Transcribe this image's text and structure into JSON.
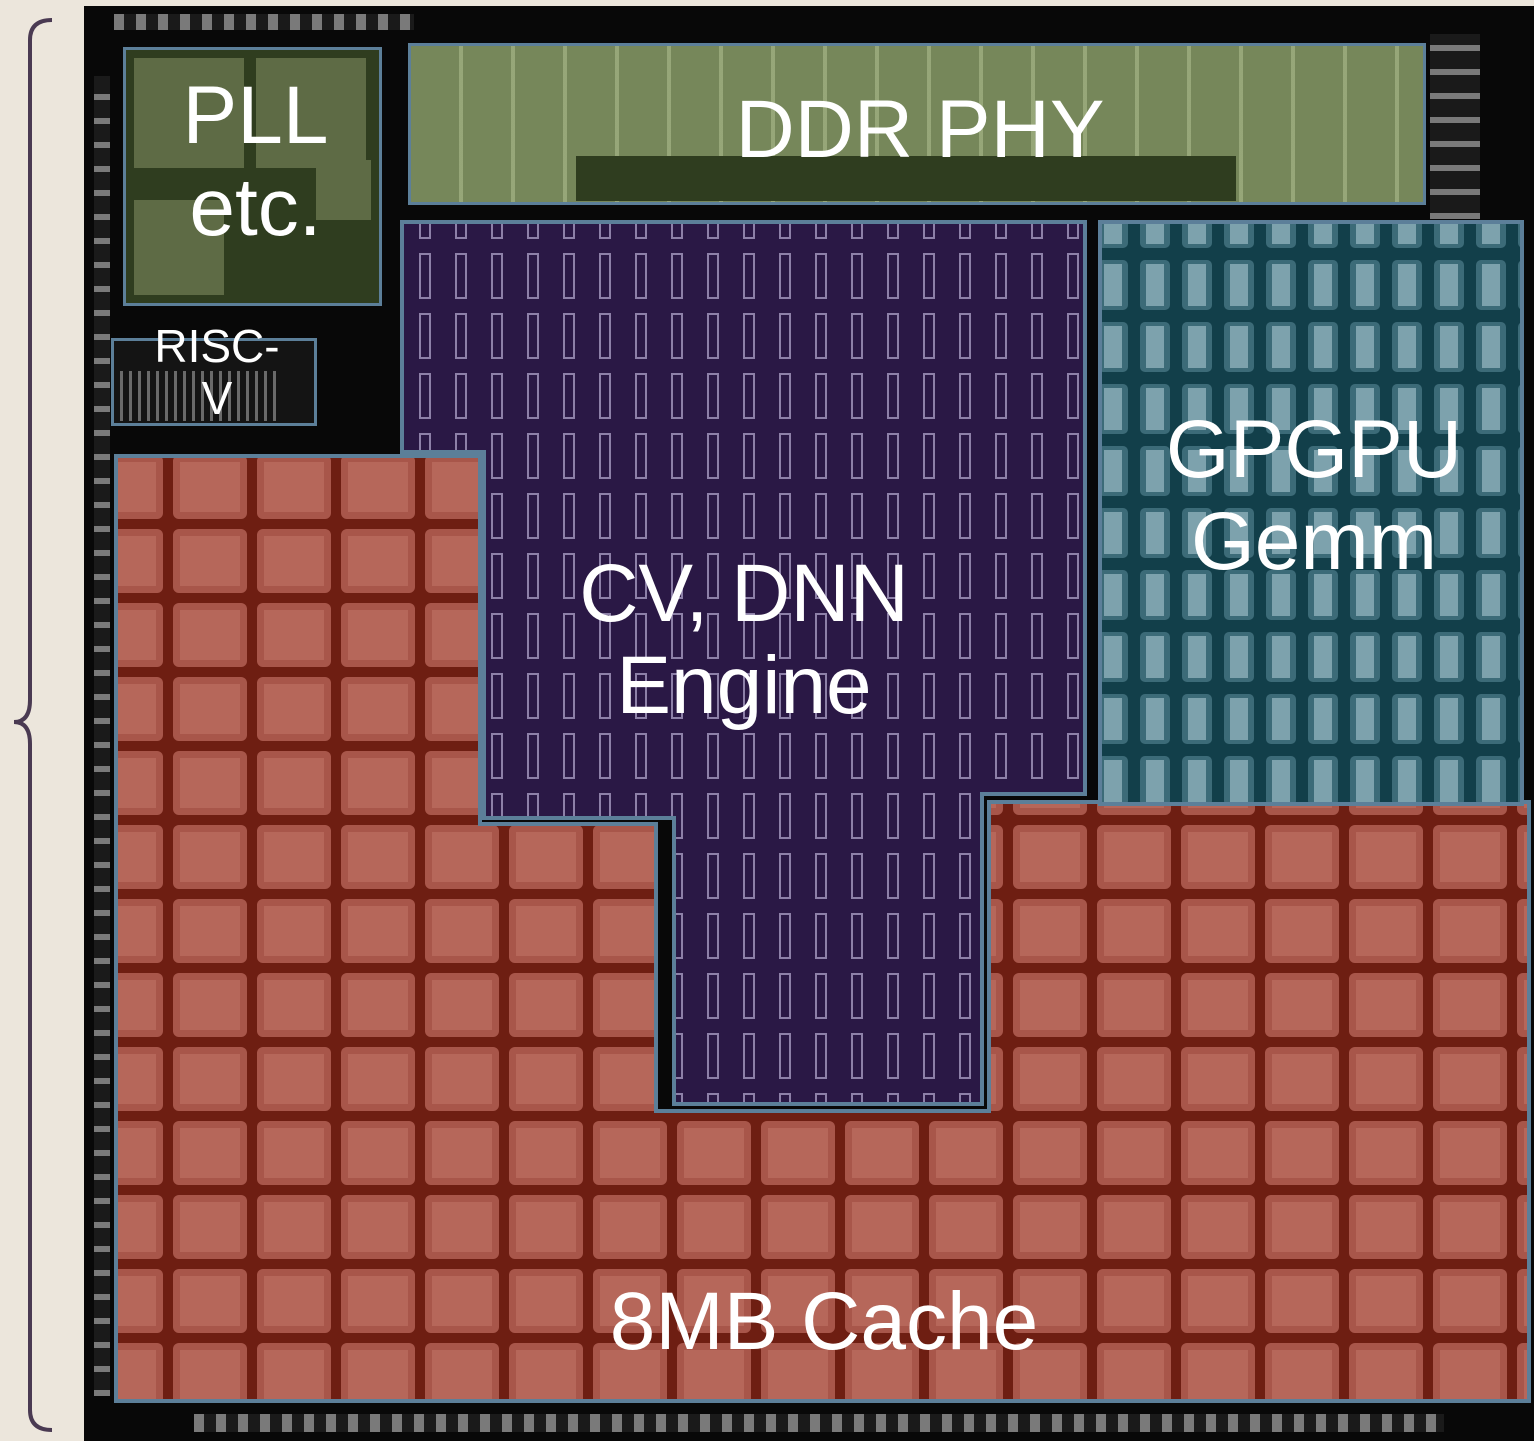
{
  "blocks": {
    "pll": {
      "label": "PLL\netc.",
      "color": "#2f3d1f"
    },
    "ddr_phy": {
      "label": "DDR PHY",
      "color": "#6d7f52"
    },
    "risc_v": {
      "label": "RISC-\nV",
      "color": "#141414"
    },
    "cv_dnn": {
      "label": "CV, DNN\nEngine",
      "color": "#2a1845"
    },
    "gpgpu": {
      "label": "GPGPU\nGemm",
      "color": "#123f4a"
    },
    "cache": {
      "label": "8MB Cache",
      "color": "#8e3a2c"
    }
  },
  "colors": {
    "outline": "#5c7f99",
    "bracket": "#4a3a52",
    "die": "#080808"
  }
}
